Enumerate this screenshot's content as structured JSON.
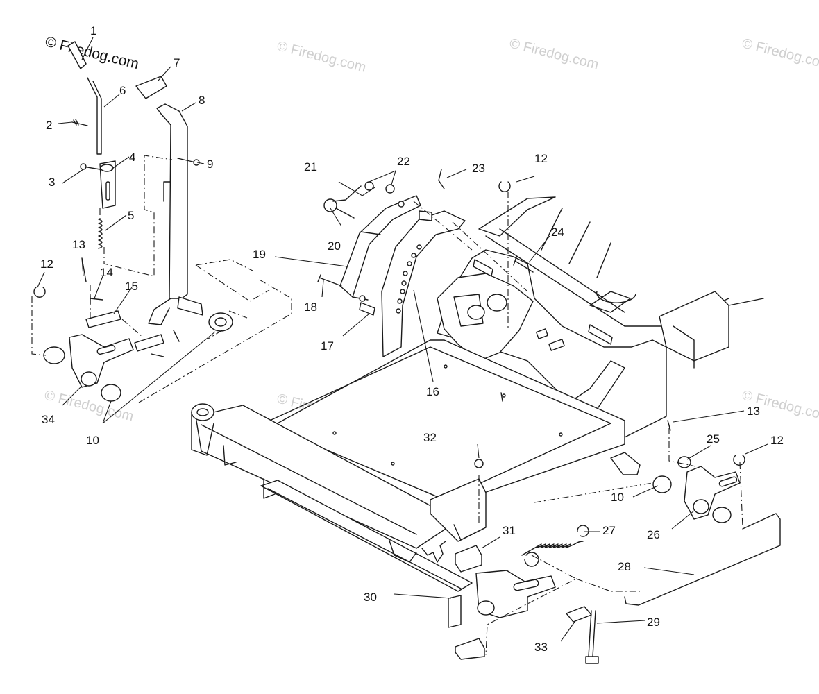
{
  "watermark": {
    "primary": "© Firedog.com",
    "faded": "© Firedog.com"
  },
  "callouts": [
    {
      "id": "1",
      "text": "1"
    },
    {
      "id": "2",
      "text": "2"
    },
    {
      "id": "3",
      "text": "3"
    },
    {
      "id": "4",
      "text": "4"
    },
    {
      "id": "5",
      "text": "5"
    },
    {
      "id": "6",
      "text": "6"
    },
    {
      "id": "7",
      "text": "7"
    },
    {
      "id": "8",
      "text": "8"
    },
    {
      "id": "9",
      "text": "9"
    },
    {
      "id": "10",
      "text": "10"
    },
    {
      "id": "12",
      "text": "12"
    },
    {
      "id": "13",
      "text": "13"
    },
    {
      "id": "14",
      "text": "14"
    },
    {
      "id": "15",
      "text": "15"
    },
    {
      "id": "16",
      "text": "16"
    },
    {
      "id": "17",
      "text": "17"
    },
    {
      "id": "18",
      "text": "18"
    },
    {
      "id": "19",
      "text": "19"
    },
    {
      "id": "20",
      "text": "20"
    },
    {
      "id": "21",
      "text": "21"
    },
    {
      "id": "22",
      "text": "22"
    },
    {
      "id": "23",
      "text": "23"
    },
    {
      "id": "24",
      "text": "24"
    },
    {
      "id": "25",
      "text": "25"
    },
    {
      "id": "26",
      "text": "26"
    },
    {
      "id": "27",
      "text": "27"
    },
    {
      "id": "28",
      "text": "28"
    },
    {
      "id": "29",
      "text": "29"
    },
    {
      "id": "30",
      "text": "30"
    },
    {
      "id": "31",
      "text": "31"
    },
    {
      "id": "32",
      "text": "32"
    },
    {
      "id": "33",
      "text": "33"
    },
    {
      "id": "34",
      "text": "34"
    }
  ]
}
